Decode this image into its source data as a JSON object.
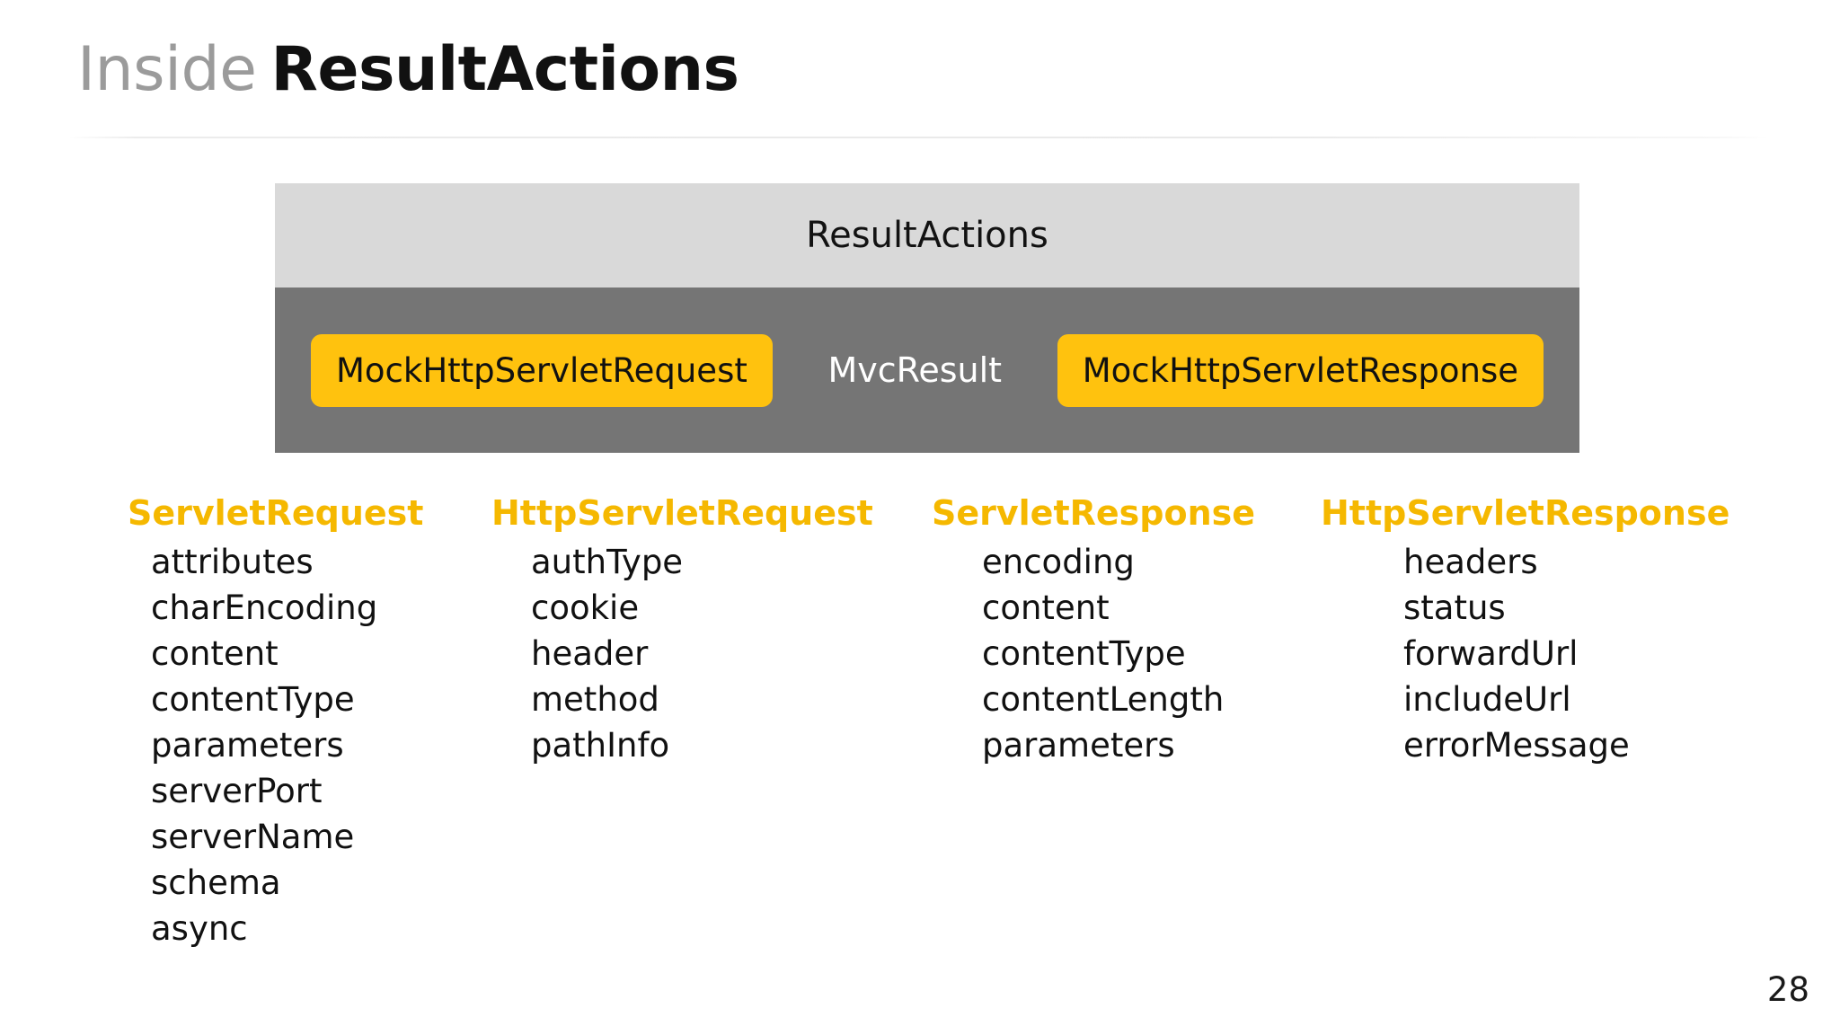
{
  "slide": {
    "title_prefix": "Inside",
    "title_main": "ResultActions",
    "page_number": "28"
  },
  "diagram": {
    "header_label": "ResultActions",
    "left_chip": "MockHttpServletRequest",
    "center_label": "MvcResult",
    "right_chip": "MockHttpServletResponse",
    "colors": {
      "header_bg": "#D9D9D9",
      "body_bg": "#757575",
      "chip_bg": "#FFC20E",
      "center_text": "#FFFFFF"
    }
  },
  "columns": [
    {
      "header": "ServletRequest",
      "items": [
        "attributes",
        "charEncoding",
        "content",
        "contentType",
        "parameters",
        "serverPort",
        "serverName",
        "schema",
        "async"
      ]
    },
    {
      "header": "HttpServletRequest",
      "items": [
        "authType",
        "cookie",
        "header",
        "method",
        "pathInfo"
      ]
    },
    {
      "header": "ServletResponse",
      "items": [
        "encoding",
        "content",
        "contentType",
        "contentLength",
        "parameters"
      ]
    },
    {
      "header": "HttpServletResponse",
      "items": [
        "headers",
        "status",
        "forwardUrl",
        "includeUrl",
        "errorMessage"
      ]
    }
  ],
  "theme": {
    "accent": "#F5B800",
    "title_prefix_color": "#9B9B9B",
    "title_main_color": "#111111"
  }
}
